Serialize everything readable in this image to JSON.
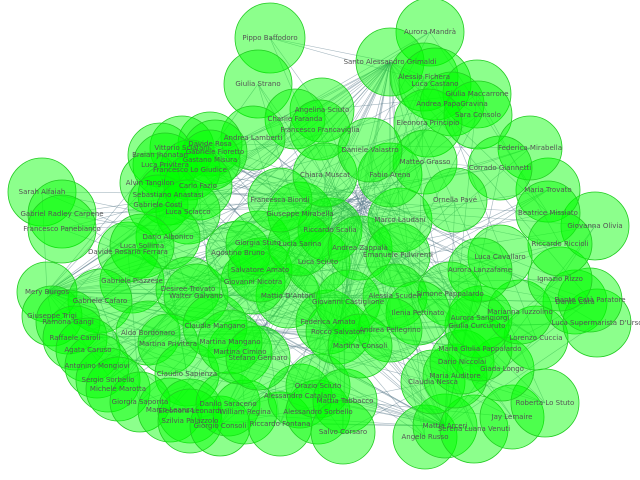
{
  "colors": {
    "node_fill": "#00ff00",
    "node_stroke": "#22cc22",
    "edge": "#5a7a8a",
    "label": "#555555",
    "background": "#ffffff"
  },
  "nodes": [
    "Pippo Baffodoro",
    "Aurora Mandrà",
    "Giulia Strano",
    "Santo Alessandro Grimaldi",
    "Alessio Fichera",
    "Luca Castano",
    "Giulia Maccarrone",
    "Andrea PapaGravina",
    "Sara Consolo",
    "Angelina Sciuto",
    "Charlie Faranda",
    "Eleonora Principio",
    "Francesco Francaviglia",
    "Andrea Lamberti",
    "Davide Rosa",
    "Vittorio Sclafani",
    "Gabriele Fioretto",
    "Braian Jhonatan",
    "Gastano Misura",
    "Luca Privitera",
    "Francesco Lo Giudice",
    "Alvin Tangilon",
    "Sebastiano Anastasi",
    "Gabriele Costi",
    "Carlo Fazio",
    "Sarah Alfaiah",
    "Gabriel Radley Carpene",
    "Francesco Panebianco",
    "Luca Sciacco",
    "Dario Albonico",
    "Davide Rosario Ferrara",
    "Luca Sollima",
    "Mery Burgos",
    "Gabriele Piazzese",
    "Desiree Trovato",
    "Walter Galvano",
    "Gabriele Cafaro",
    "Giuseppe Trigi",
    "Ramona Gangi",
    "Raffaele Caroli",
    "Agata Caruso",
    "Aldo Bordonaro",
    "Martina Privitera",
    "Antonino Mongiovi",
    "Sergio Sorbello",
    "Michele Marotta",
    "Claudio Sapienza",
    "Giorgia Saporita",
    "Marco Leanza",
    "Eleonora Leonardi",
    "Szilvia Palazzolo",
    "Giorgio Consoli",
    "Danilo Saraceno",
    "William Regina",
    "Riccardo Fontana",
    "Alessandro Catalano",
    "Alessandro Sorbello",
    "Orazio Sciuto",
    "Mattia Tabbacco",
    "Salvo Corsaro",
    "Angelo Russo",
    "Mattia Arceri",
    "Serena Luana Venuti",
    "Jay Lemaire",
    "Roberta Lo Stuto",
    "Giada Longo",
    "Claudia Nesca",
    "Maria Auditore",
    "Dario Niccolai",
    "Maria Giulia Pappalardo",
    "Lorenzo Cuccia",
    "Giulia Curcuruto",
    "Aurora Sangiorgi",
    "Dante Catà",
    "Luca Supermarista D'Urso",
    "Marianna Iuzzolino",
    "Dante Catà Paratore",
    "Ignazio Rizzo",
    "Giovanna Olivia",
    "Maria Trovato",
    "Beatrice Missiato",
    "Federica Mirabella",
    "Corrado Giannetti",
    "Riccardo Riccioli",
    "Martina Cimino",
    "Claudia Mangano",
    "Martina Mangano",
    "Stefano Gennaro",
    "Mattia D'Antoni",
    "Federica Amato",
    "Rocco Salvatori",
    "Giovanni Nicotra",
    "Agostino Bruno",
    "Salvatore Amato",
    "Giorgia Stuto",
    "Luca Sciuto",
    "Giuseppe Mirabella",
    "Riccardo Scalia",
    "Lucia Sarina",
    "Andrea Zappalà",
    "Marco Laudani",
    "Luca Cavallaro",
    "Aurora Lanzafame",
    "Emanuele Pulvirenti",
    "Giovanni Castiglione",
    "Alessia Scuderi",
    "Simone Pappalardo",
    "Ilenia Pettinato",
    "Andrea Pellegrino",
    "Martina Consoli",
    "Francesca Biondi",
    "Chiara Muscat",
    "Fabio Arena",
    "Matteo Grasso",
    "Ornella Pavé",
    "Daniele Valastro"
  ]
}
